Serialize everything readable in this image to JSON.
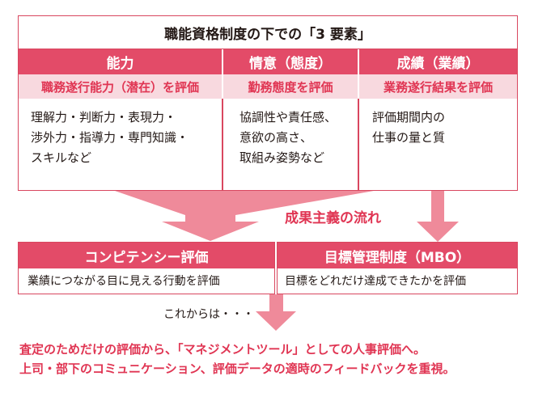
{
  "title": "職能資格制度の下での「3 要素」",
  "columns": [
    {
      "header": "能力",
      "subheader": "職務遂行能力（潜在）を評価",
      "lines": [
        "理解力・判断力・表現力・",
        "渉外力・指導力・専門知識・",
        "スキルなど"
      ]
    },
    {
      "header": "情意（態度）",
      "subheader": "勤務態度を評価",
      "lines": [
        "協調性や責任感、",
        "意欲の高さ、",
        "取組み姿勢など"
      ]
    },
    {
      "header": "成績（業績）",
      "subheader": "業務遂行結果を評価",
      "lines": [
        "評価期間内の",
        "仕事の量と質"
      ]
    }
  ],
  "flow_label": "成果主義の流れ",
  "bottom_boxes": [
    {
      "header": "コンピテンシー評価",
      "content": "業績につながる目に見える行動を評価"
    },
    {
      "header": "目標管理制度（MBO）",
      "content": "目標をどれだけ達成できたかを評価"
    }
  ],
  "lead_in": "これからは・・・",
  "conclusion_lines": [
    "査定のためだけの評価から、「マネジメントツール」としての人事評価へ。",
    "上司・部下のコミュニケーション、評価データの適時のフィードバックを重視。"
  ],
  "colors": {
    "accent": "#e34b68",
    "accent_text": "#e03553",
    "sub_bg": "#f8d9df",
    "arrow": "#ef8a9a"
  }
}
